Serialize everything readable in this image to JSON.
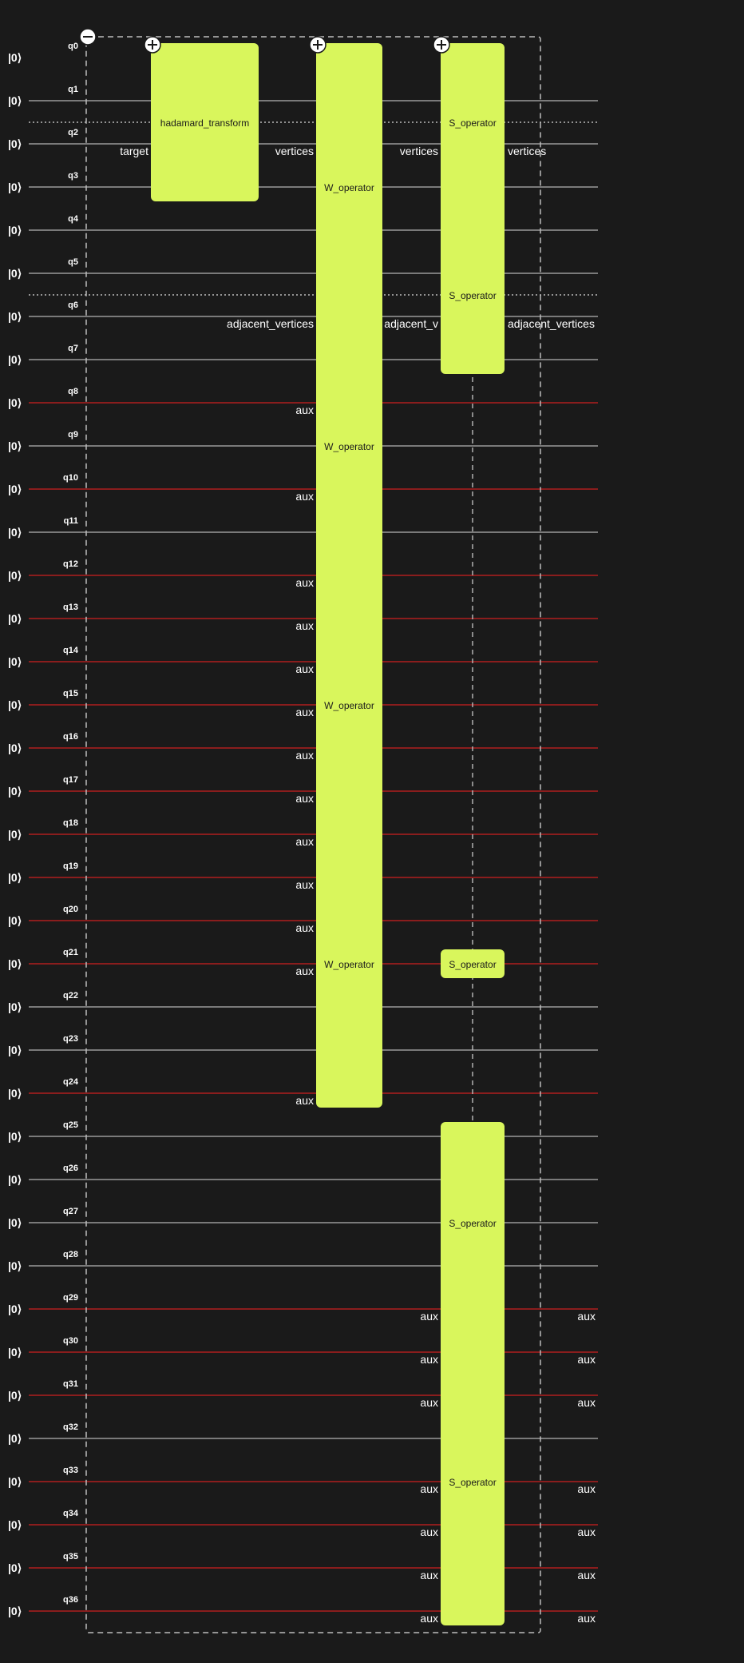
{
  "circuit": {
    "ket_label": "|0⟩",
    "qubits": [
      "q0",
      "q1",
      "q2",
      "q3",
      "q4",
      "q5",
      "q6",
      "q7",
      "q8",
      "q9",
      "q10",
      "q11",
      "q12",
      "q13",
      "q14",
      "q15",
      "q16",
      "q17",
      "q18",
      "q19",
      "q20",
      "q21",
      "q22",
      "q23",
      "q24",
      "q25",
      "q26",
      "q27",
      "q28",
      "q29",
      "q30",
      "q31",
      "q32",
      "q33",
      "q34",
      "q35",
      "q36"
    ],
    "red_wire_qubits": [
      8,
      10,
      12,
      13,
      14,
      15,
      16,
      17,
      18,
      19,
      20,
      21,
      24,
      29,
      30,
      31,
      33,
      34,
      35,
      36
    ],
    "register_separators_after_qubit": [
      1,
      5
    ],
    "colors": {
      "background": "#1a1a1a",
      "gate_fill": "#d9f65c",
      "gate_text": "#1a1a1a",
      "label_text": "#ffffff",
      "wire_grey": "#9a9a9a",
      "wire_red": "#b01e1e",
      "frame": "#bdbdbd"
    },
    "icons": {
      "collapse": "minus-circle-icon",
      "expand": "plus-circle-icon"
    },
    "gates": [
      {
        "label": "hadamard_transform",
        "column": 1,
        "qubit_start": 0,
        "qubit_end": 3
      },
      {
        "label": "W_operator",
        "column": 2,
        "qubit_start": 0,
        "qubit_end": 24
      },
      {
        "label": "S_operator",
        "column": 3,
        "qubit_start": 0,
        "qubit_end": 7
      },
      {
        "label": "S_operator",
        "column": 3,
        "qubit_start": 21,
        "qubit_end": 21
      },
      {
        "label": "S_operator",
        "column": 3,
        "qubit_start": 25,
        "qubit_end": 36
      }
    ],
    "gate_inner_labels": [
      {
        "gate": 0,
        "text": "hadamard_transform",
        "qubit": 1.5
      },
      {
        "gate": 1,
        "text": "W_operator",
        "qubit": 3
      },
      {
        "gate": 1,
        "text": "W_operator",
        "qubit": 9
      },
      {
        "gate": 1,
        "text": "W_operator",
        "qubit": 15
      },
      {
        "gate": 1,
        "text": "W_operator",
        "qubit": 21
      },
      {
        "gate": 2,
        "text": "S_operator",
        "qubit": 1.5
      },
      {
        "gate": 2,
        "text": "S_operator",
        "qubit": 5.5
      },
      {
        "gate": 3,
        "text": "S_operator",
        "qubit": 21
      },
      {
        "gate": 4,
        "text": "S_operator",
        "qubit": 27
      },
      {
        "gate": 4,
        "text": "S_operator",
        "qubit": 33
      }
    ],
    "port_labels": [
      {
        "text": "target",
        "column": 1,
        "side": "in",
        "qubit": 2
      },
      {
        "text": "vertices",
        "column": 2,
        "side": "in",
        "qubit": 2
      },
      {
        "text": "adjacent_vertices",
        "column": 2,
        "side": "in",
        "qubit": 6
      },
      {
        "text": "aux",
        "column": 2,
        "side": "in",
        "qubit": 8
      },
      {
        "text": "aux",
        "column": 2,
        "side": "in",
        "qubit": 10
      },
      {
        "text": "aux",
        "column": 2,
        "side": "in",
        "qubit": 12
      },
      {
        "text": "aux",
        "column": 2,
        "side": "in",
        "qubit": 13
      },
      {
        "text": "aux",
        "column": 2,
        "side": "in",
        "qubit": 14
      },
      {
        "text": "aux",
        "column": 2,
        "side": "in",
        "qubit": 15
      },
      {
        "text": "aux",
        "column": 2,
        "side": "in",
        "qubit": 16
      },
      {
        "text": "aux",
        "column": 2,
        "side": "in",
        "qubit": 17
      },
      {
        "text": "aux",
        "column": 2,
        "side": "in",
        "qubit": 18
      },
      {
        "text": "aux",
        "column": 2,
        "side": "in",
        "qubit": 19
      },
      {
        "text": "aux",
        "column": 2,
        "side": "in",
        "qubit": 20
      },
      {
        "text": "aux",
        "column": 2,
        "side": "in",
        "qubit": 21
      },
      {
        "text": "aux",
        "column": 2,
        "side": "in",
        "qubit": 24
      },
      {
        "text": "vertices",
        "column": 3,
        "side": "in",
        "qubit": 2
      },
      {
        "text": "adjacent_v",
        "column": 3,
        "side": "in",
        "qubit": 6
      },
      {
        "text": "vertices",
        "column": 3,
        "side": "out",
        "qubit": 2
      },
      {
        "text": "adjacent_vertices",
        "column": 3,
        "side": "out",
        "qubit": 6
      },
      {
        "text": "aux",
        "column": 3,
        "side": "in",
        "qubit": 29
      },
      {
        "text": "aux",
        "column": 3,
        "side": "in",
        "qubit": 30
      },
      {
        "text": "aux",
        "column": 3,
        "side": "in",
        "qubit": 31
      },
      {
        "text": "aux",
        "column": 3,
        "side": "in",
        "qubit": 33
      },
      {
        "text": "aux",
        "column": 3,
        "side": "in",
        "qubit": 34
      },
      {
        "text": "aux",
        "column": 3,
        "side": "in",
        "qubit": 35
      },
      {
        "text": "aux",
        "column": 3,
        "side": "in",
        "qubit": 36
      },
      {
        "text": "aux",
        "column": 4,
        "side": "out",
        "qubit": 29
      },
      {
        "text": "aux",
        "column": 4,
        "side": "out",
        "qubit": 30
      },
      {
        "text": "aux",
        "column": 4,
        "side": "out",
        "qubit": 31
      },
      {
        "text": "aux",
        "column": 4,
        "side": "out",
        "qubit": 33
      },
      {
        "text": "aux",
        "column": 4,
        "side": "out",
        "qubit": 34
      },
      {
        "text": "aux",
        "column": 4,
        "side": "out",
        "qubit": 35
      },
      {
        "text": "aux",
        "column": 4,
        "side": "out",
        "qubit": 36
      }
    ]
  }
}
